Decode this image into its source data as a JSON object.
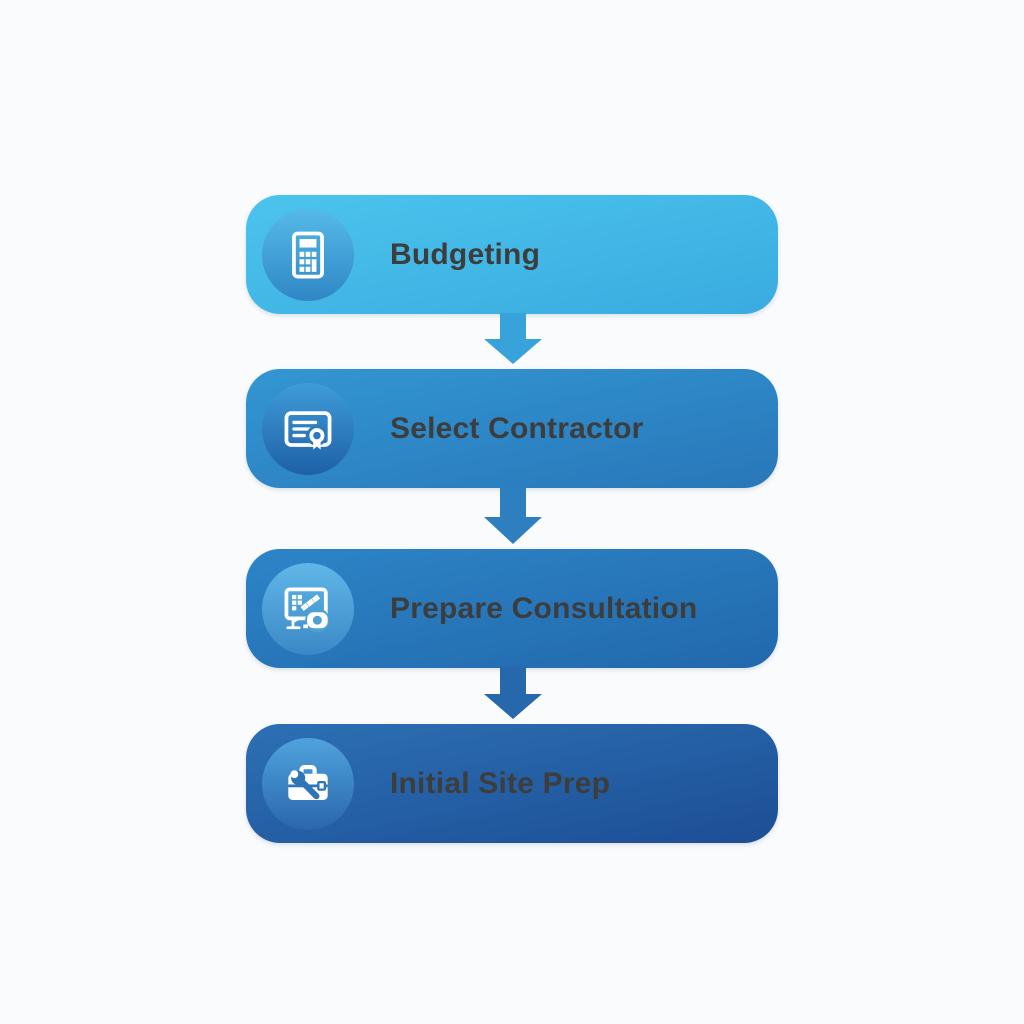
{
  "canvas": {
    "background": "#fafbfc"
  },
  "flow": {
    "title": "",
    "label_color": "#3d3d3d",
    "steps": [
      {
        "label": "Budgeting",
        "icon": "calculator-icon",
        "box_top": "#4bc4ed",
        "box_bottom": "#3aabe0",
        "badge_top": "#55bae7",
        "badge_bottom": "#2f87c5",
        "badge_mid": "#419ed4"
      },
      {
        "label": "Select Contractor",
        "icon": "certificate-icon",
        "box_top": "#3396d3",
        "box_bottom": "#2877b9",
        "badge_top": "#3f9cd8",
        "badge_bottom": "#1e60a7",
        "badge_mid": "#2d7bbf"
      },
      {
        "label": "Prepare Consultation",
        "icon": "tile-plan-measure-icon",
        "box_top": "#2c85c7",
        "box_bottom": "#2268ac",
        "badge_top": "#5fb7e7",
        "badge_bottom": "#3c88c6",
        "badge_mid": "#4ba0d6"
      },
      {
        "label": "Initial Site Prep",
        "icon": "toolbox-wrench-icon",
        "box_top": "#2d70b5",
        "box_bottom": "#1c4e94",
        "badge_top": "#4fa3dd",
        "badge_bottom": "#2a66ac",
        "badge_mid": "#2e74b7"
      }
    ],
    "arrows": [
      {
        "color": "#38a2da"
      },
      {
        "color": "#2d7fc0"
      },
      {
        "color": "#2767ac"
      }
    ]
  }
}
